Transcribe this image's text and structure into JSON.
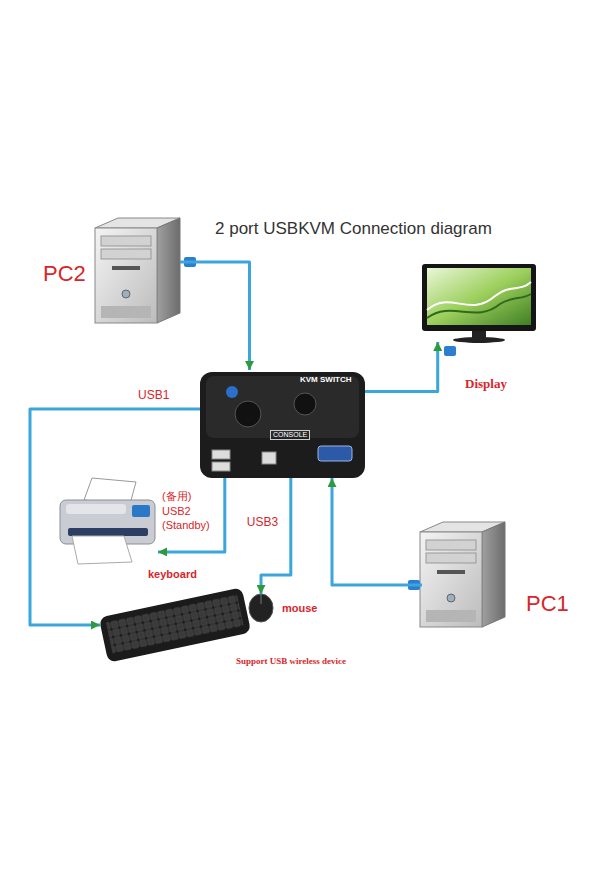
{
  "diagram": {
    "title": "2 port USBKVM Connection diagram",
    "caption": "Support USB wireless device",
    "nodes": [
      {
        "text": [
          "PC2"
        ]
      },
      {
        "text": [
          "Display"
        ]
      },
      {
        "text": [
          "KVM SWITCH",
          "CONSOLE"
        ]
      },
      {
        "text": [
          "(备用)",
          "USB2",
          "(Standby)"
        ]
      },
      {
        "text": [
          "keyboard"
        ]
      },
      {
        "text": [
          "mouse"
        ]
      },
      {
        "text": [
          "PC1"
        ]
      }
    ],
    "edges": [
      {
        "from": 0,
        "to": 2,
        "arrow": "to"
      },
      {
        "from": 2,
        "to": 1,
        "arrow": "to"
      },
      {
        "from": 6,
        "to": 2,
        "arrow": "to"
      },
      {
        "from": 2,
        "to": 4,
        "label": "USB1",
        "arrow": "to"
      },
      {
        "from": 2,
        "to": 3,
        "arrow": "to"
      },
      {
        "from": 2,
        "to": 5,
        "label": "USB3",
        "arrow": "to"
      }
    ]
  }
}
